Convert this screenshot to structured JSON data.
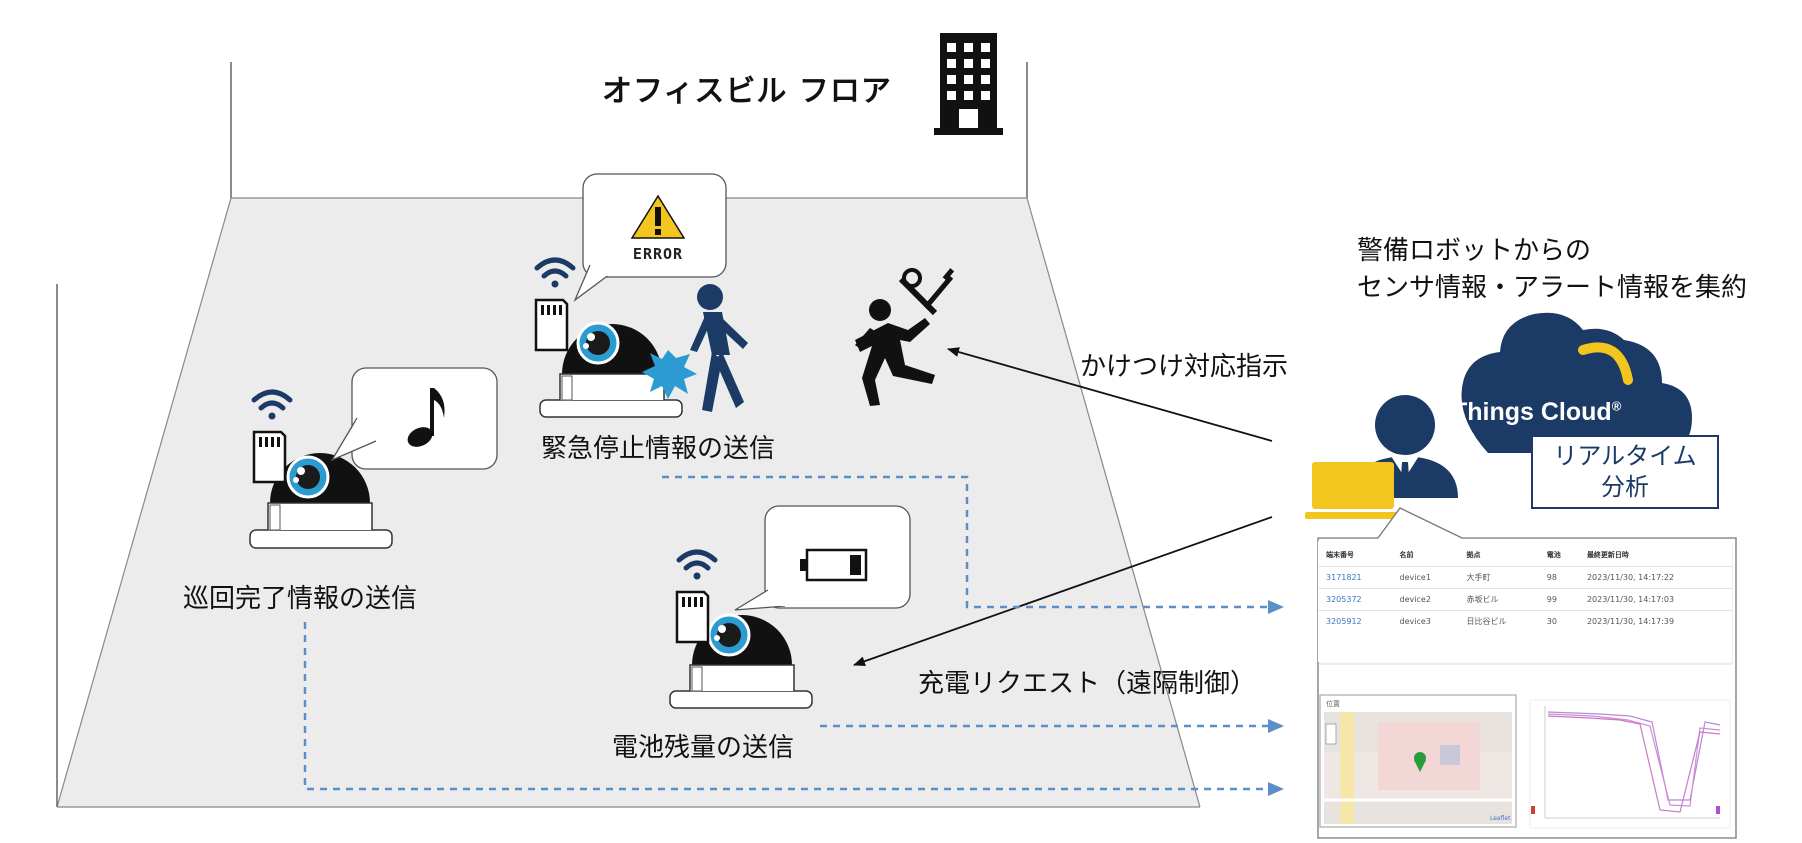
{
  "floor": {
    "title": "オフィスビル フロア"
  },
  "robots": {
    "patrol": {
      "caption": "巡回完了情報の送信",
      "bubble_icon": "music-note-icon"
    },
    "emergency": {
      "caption": "緊急停止情報の送信",
      "bubble_icon": "error-warning-icon",
      "bubble_text": "ERROR"
    },
    "battery": {
      "caption": "電池残量の送信",
      "bubble_icon": "low-battery-icon"
    }
  },
  "guard": {
    "icon": "running-guard-with-tools-icon"
  },
  "instructions": {
    "dispatch": "かけつけ対応指示",
    "charge": "充電リクエスト（遠隔制御）"
  },
  "right": {
    "title_line1": "警備ロボットからの",
    "title_line2": "センサ情報・アラート情報を集約",
    "cloud_name": "Things Cloud",
    "cloud_mark": "®",
    "analysis_line1": "リアルタイム",
    "analysis_line2": "分析"
  },
  "dashboard": {
    "columns": [
      "端末番号",
      "名前",
      "拠点",
      "電池",
      "最終更新日時"
    ],
    "rows": [
      [
        "3171821",
        "device1",
        "大手町",
        "98",
        "2023/11/30, 14:17:22"
      ],
      [
        "3205372",
        "device2",
        "赤坂ビル",
        "99",
        "2023/11/30, 14:17:03"
      ],
      [
        "3205912",
        "device3",
        "日比谷ビル",
        "30",
        "2023/11/30, 14:17:39"
      ]
    ],
    "map_label": "位置",
    "map_attribution": "Leaflet"
  },
  "colors": {
    "floor": "#ececec",
    "navy": "#1b3a66",
    "robot_lens": "#2b9bd1",
    "dashed_arrow": "#5b8fc7",
    "laptop": "#f2c61e",
    "cloud_arc": "#f2c61e"
  }
}
